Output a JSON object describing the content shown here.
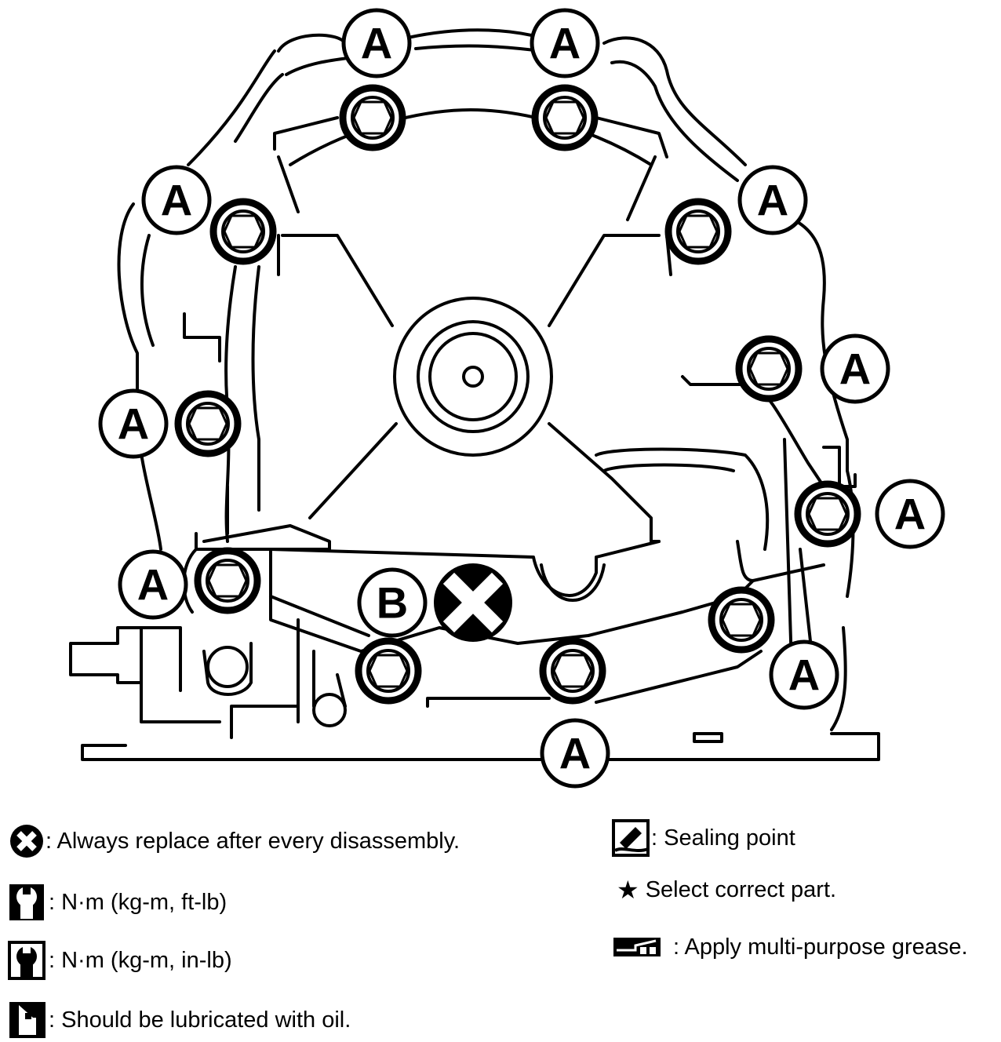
{
  "callouts": {
    "a": "A",
    "b": "B"
  },
  "legend": {
    "replace": ": Always replace after every disassembly.",
    "torque_ft": ": N·m (kg-m, ft-lb)",
    "torque_in": ": N·m (kg-m, in-lb)",
    "lubricate": ": Should be lubricated with oil.",
    "sealing": ": Sealing point",
    "select_prefix": "★",
    "select": "Select correct part.",
    "grease": ": Apply multi-purpose grease."
  },
  "icons": {
    "replace": "x-circle-icon",
    "torque_ft": "wrench-icon",
    "torque_in": "wrench-icon",
    "lubricate": "oil-can-icon",
    "sealing": "sealant-icon",
    "select": "star-icon",
    "grease": "grease-icon"
  }
}
